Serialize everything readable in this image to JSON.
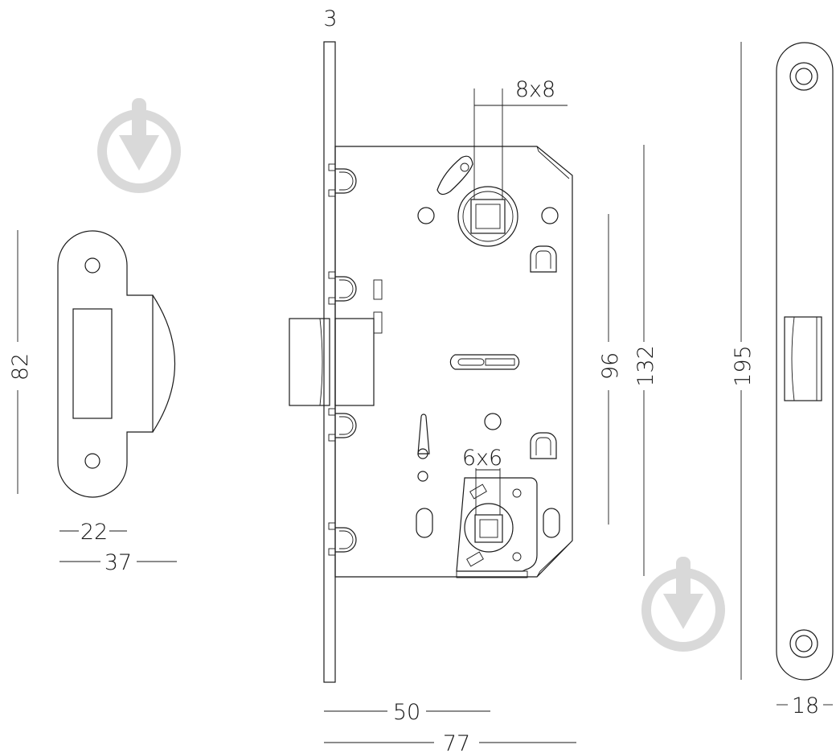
{
  "dimensions": {
    "faceplate_thickness": "3",
    "spindle_square": "8x8",
    "thumbturn_square": "6x6",
    "backset": "50",
    "case_depth": "77",
    "handle_to_lock_distance": "96",
    "case_height": "132",
    "faceplate_height": "195",
    "faceplate_width": "18",
    "strike_height": "82",
    "strike_inner_width": "22",
    "strike_total_width": "37"
  },
  "icons": {
    "watermark": "download-arrow-icon"
  },
  "colors": {
    "line": "#1a1a1a",
    "watermark": "#d9d9d9",
    "background": "#ffffff"
  }
}
